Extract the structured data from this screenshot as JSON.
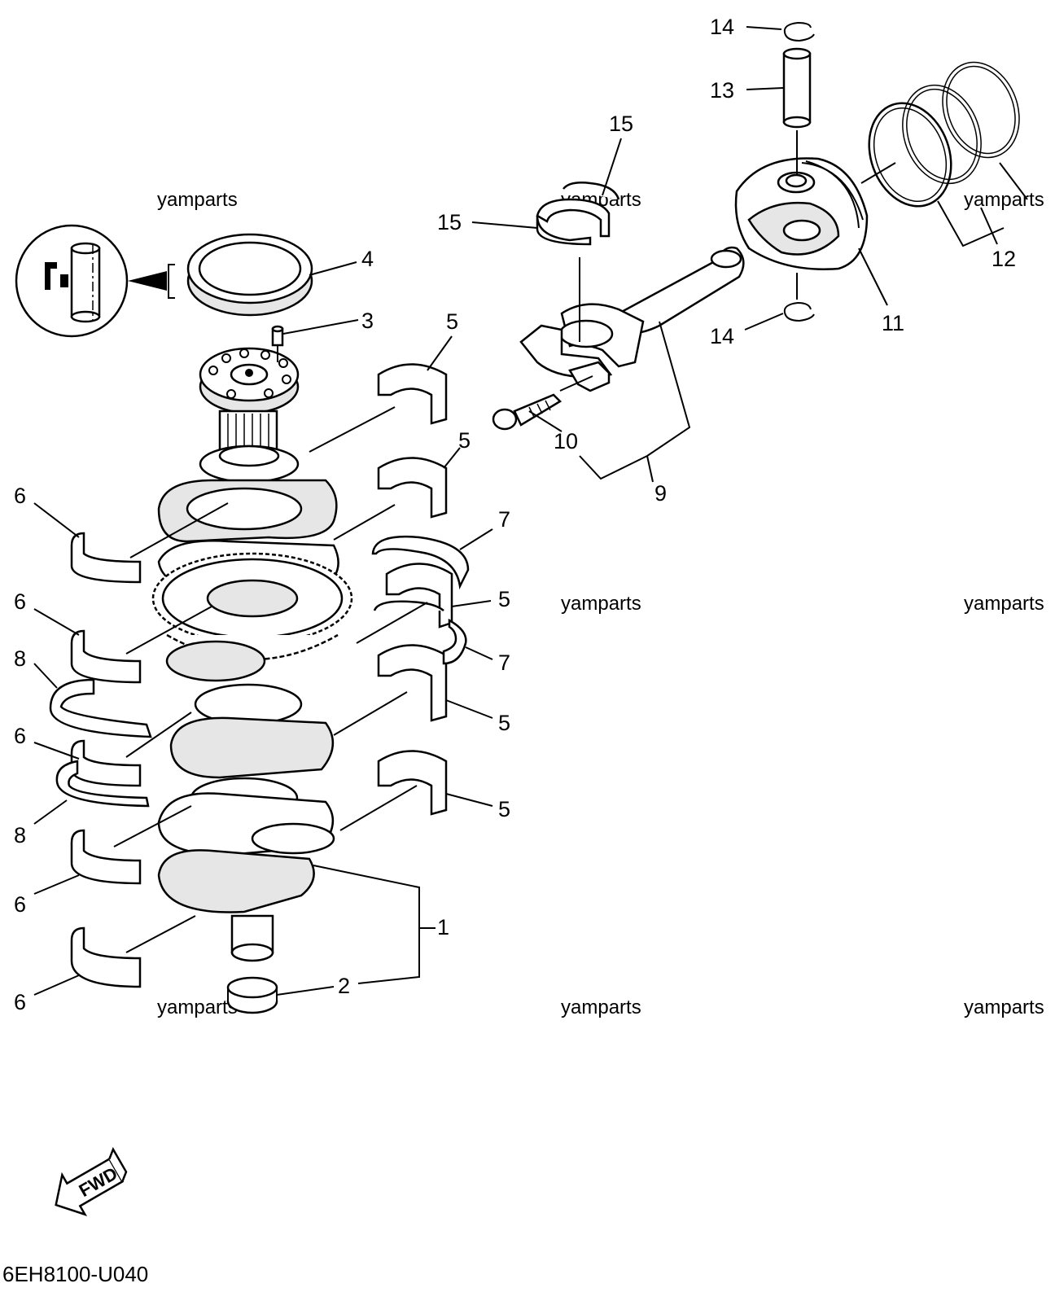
{
  "diagram": {
    "code": "6EH8100-U040",
    "fwd_label": "FWD",
    "watermark": "yamparts",
    "callouts": [
      {
        "id": "c14a",
        "text": "14"
      },
      {
        "id": "c13",
        "text": "13"
      },
      {
        "id": "c15a",
        "text": "15"
      },
      {
        "id": "c15b",
        "text": "15"
      },
      {
        "id": "c12",
        "text": "12"
      },
      {
        "id": "c11",
        "text": "11"
      },
      {
        "id": "c14b",
        "text": "14"
      },
      {
        "id": "c4",
        "text": "4"
      },
      {
        "id": "c3",
        "text": "3"
      },
      {
        "id": "c5a",
        "text": "5"
      },
      {
        "id": "c5b",
        "text": "5"
      },
      {
        "id": "c5c",
        "text": "5"
      },
      {
        "id": "c5d",
        "text": "5"
      },
      {
        "id": "c5e",
        "text": "5"
      },
      {
        "id": "c7a",
        "text": "7"
      },
      {
        "id": "c7b",
        "text": "7"
      },
      {
        "id": "c10",
        "text": "10"
      },
      {
        "id": "c9",
        "text": "9"
      },
      {
        "id": "c6a",
        "text": "6"
      },
      {
        "id": "c6b",
        "text": "6"
      },
      {
        "id": "c6c",
        "text": "6"
      },
      {
        "id": "c6d",
        "text": "6"
      },
      {
        "id": "c6e",
        "text": "6"
      },
      {
        "id": "c8a",
        "text": "8"
      },
      {
        "id": "c8b",
        "text": "8"
      },
      {
        "id": "c1",
        "text": "1"
      },
      {
        "id": "c2",
        "text": "2"
      }
    ]
  }
}
